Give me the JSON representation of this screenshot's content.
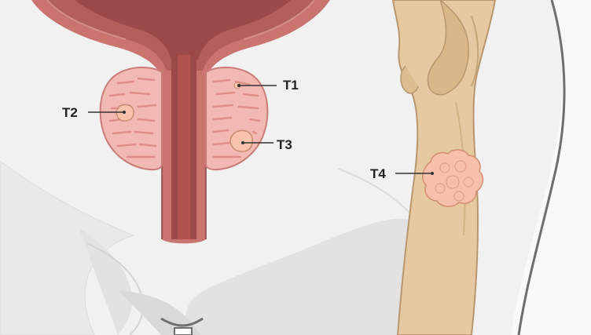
{
  "labels": {
    "t1": "T1",
    "t2": "T2",
    "t3": "T3",
    "t4": "T4"
  },
  "colors": {
    "background": "#f1f1f1",
    "body_fill": "#f7f7f7",
    "body_outline": "#6e6e6e",
    "bladder_wall": "#c9746f",
    "bladder_lumen": "#9b4a49",
    "prostate": "#f2b9b3",
    "prostate_outline": "#c97c78",
    "tumor": "#f7c3ad",
    "bone": "#e6c9a0",
    "bone_shadow": "#cfae80",
    "bone_metastasis": "#f6c0aa",
    "leader_line": "#333333"
  }
}
